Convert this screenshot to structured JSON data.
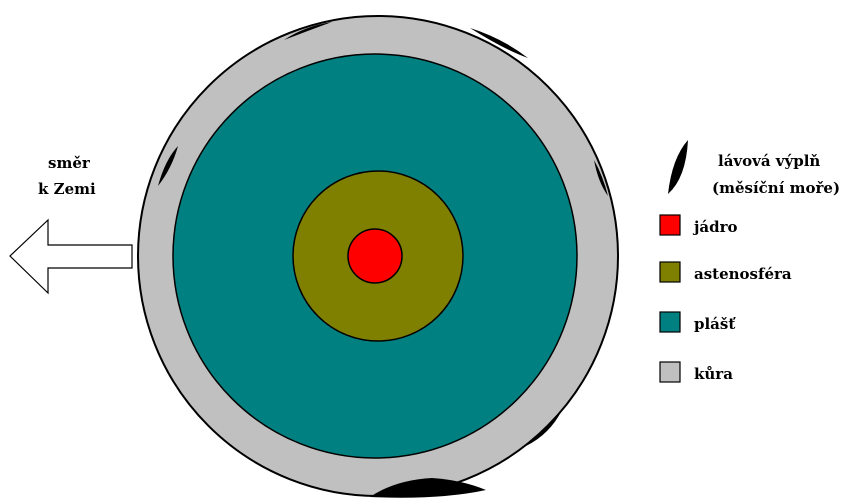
{
  "direction": {
    "line1": "směr",
    "line2": "k Zemi"
  },
  "layers": [
    {
      "key": "core",
      "label": "jádro",
      "color": "#ff0000"
    },
    {
      "key": "asthenosphere",
      "label": "astenosféra",
      "color": "#808000"
    },
    {
      "key": "mantle",
      "label": "plášť",
      "color": "#008080"
    },
    {
      "key": "crust",
      "label": "kůra",
      "color": "#c0c0c0"
    }
  ],
  "lava_fill": {
    "line1": "lávová výplň",
    "line2": "(měsíční moře)",
    "color": "#000000"
  },
  "arrow_color": "#ffffff"
}
